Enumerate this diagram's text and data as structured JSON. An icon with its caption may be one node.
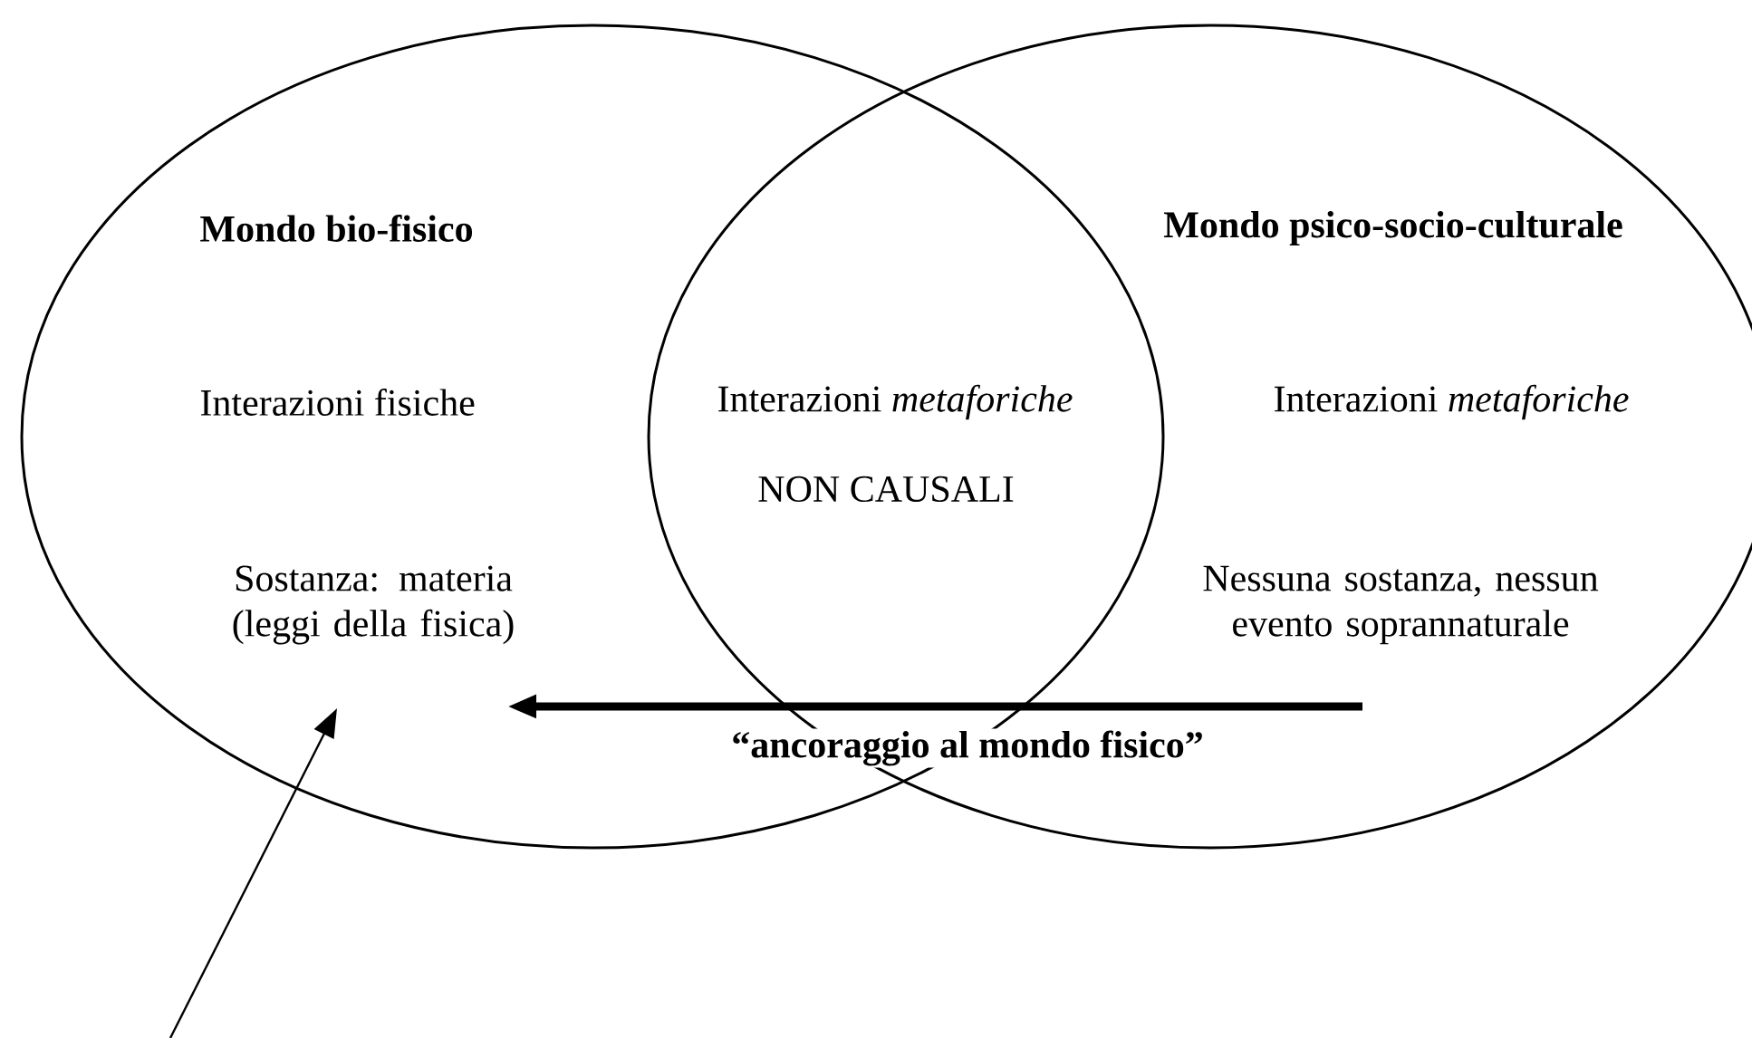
{
  "diagram": {
    "nodes": [
      {
        "text": [
          "Mondo bio-fisico",
          "Interazioni fisiche",
          "Sostanza: materia (leggi della fisica)"
        ]
      },
      {
        "text": [
          "Mondo psico-socio-culturale",
          "Interazioni *metaforiche*",
          "Nessuna sostanza, nessun evento soprannaturale"
        ]
      }
    ],
    "edges": [
      {
        "from": 1,
        "to": 0,
        "arrow": "to",
        "style": "thick",
        "label": "“ancoraggio al mondo fisico”"
      },
      {
        "from": null,
        "to": 0,
        "arrow": "to"
      }
    ],
    "labels": [
      "Interazioni *metaforiche*",
      "NON CAUSALI"
    ]
  }
}
